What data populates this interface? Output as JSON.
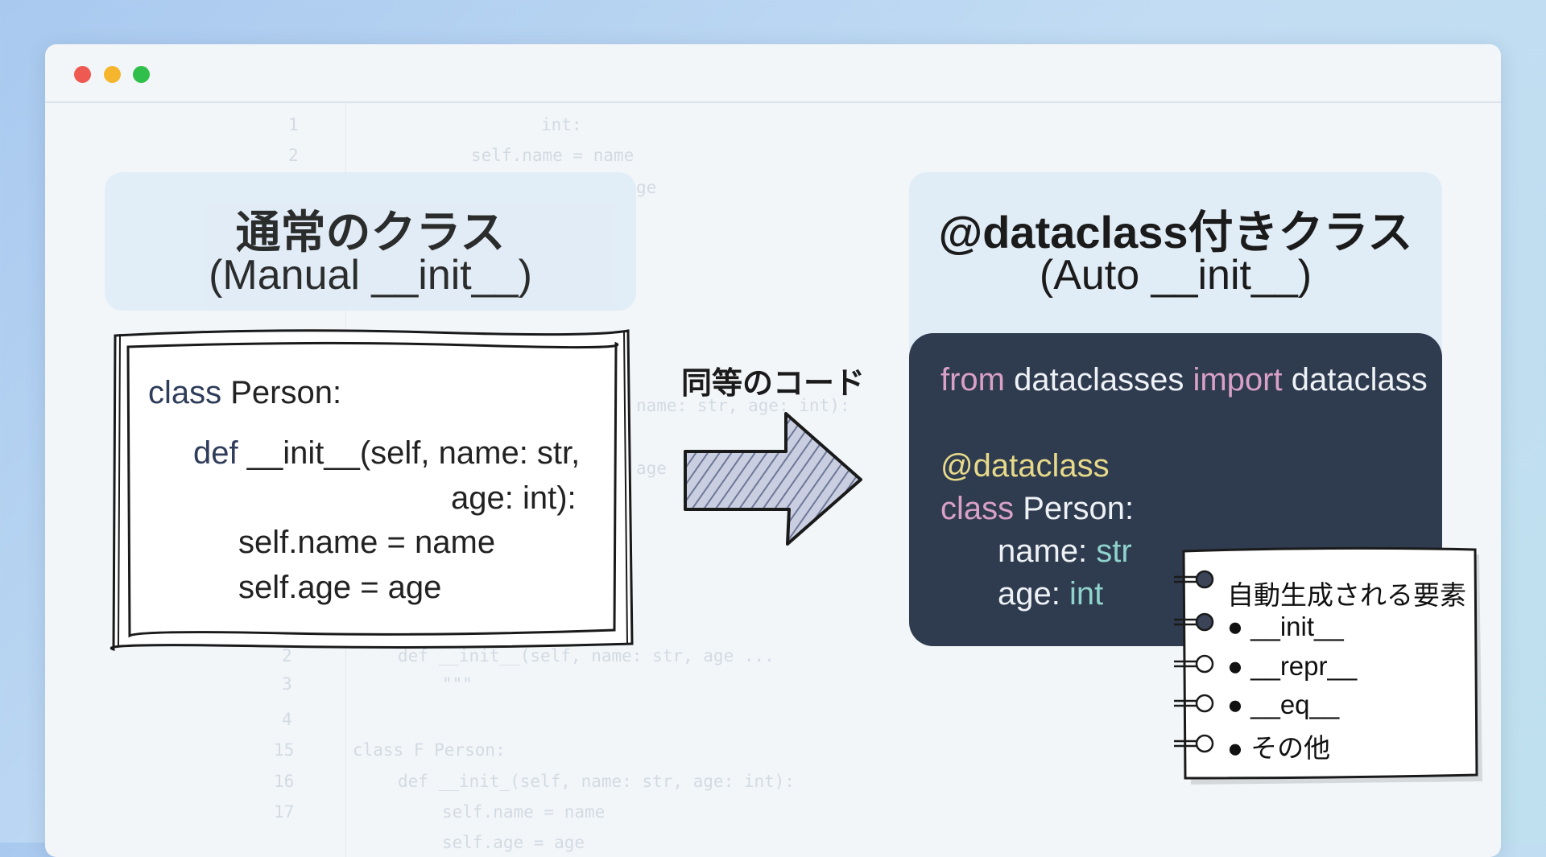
{
  "window": {
    "controls": [
      "close",
      "minimize",
      "maximize"
    ],
    "colors": {
      "close": "#ee5a52",
      "minimize": "#f5b62d",
      "maximize": "#2fbf4a",
      "code_panel": "#2f3b4e",
      "header_box": "#e0ecf6"
    }
  },
  "background_code": {
    "lines": [
      {
        "num": "1",
        "text": "int:"
      },
      {
        "num": "2",
        "text": "self.name = name"
      },
      {
        "num": "",
        "text": "ge"
      },
      {
        "num": "",
        "text": "name: str, age: int):"
      },
      {
        "num": "",
        "text": "age"
      },
      {
        "num": "2",
        "text": "def __init__(self, name: str, age ..."
      },
      {
        "num": "3",
        "text": "\"\"\""
      },
      {
        "num": "4",
        "text": ""
      },
      {
        "num": "15",
        "text": "class F Person:"
      },
      {
        "num": "16",
        "text": "def __init_(self, name: str, age: int):"
      },
      {
        "num": "17",
        "text": "self.name = name"
      },
      {
        "num": "",
        "text": "self.age = age"
      }
    ]
  },
  "left": {
    "title": "通常のクラス",
    "subtitle": "(Manual __init__)",
    "code": {
      "l1_kw": "class",
      "l1_rest": " Person:",
      "l2_kw": "def",
      "l2_rest": " __init__(self, name: str,",
      "l3": "age: int):",
      "l4": "self.name = name",
      "l5": "self.age = age"
    }
  },
  "arrow": {
    "label": "同等のコード"
  },
  "right": {
    "title": "@dataclass付きクラス",
    "subtitle": "(Auto __init__)",
    "code": {
      "l1_a": "from",
      "l1_b": " dataclasses ",
      "l1_c": "import",
      "l1_d": " dataclass",
      "l2": "@dataclass",
      "l3_kw": "class",
      "l3_rest": " Person:",
      "l4_a": "name: ",
      "l4_b": "str",
      "l5_a": "age: ",
      "l5_b": "int"
    }
  },
  "note": {
    "title": "自動生成される要素",
    "items": [
      "__init__",
      "__repr__",
      "__eq__",
      "その他"
    ]
  }
}
